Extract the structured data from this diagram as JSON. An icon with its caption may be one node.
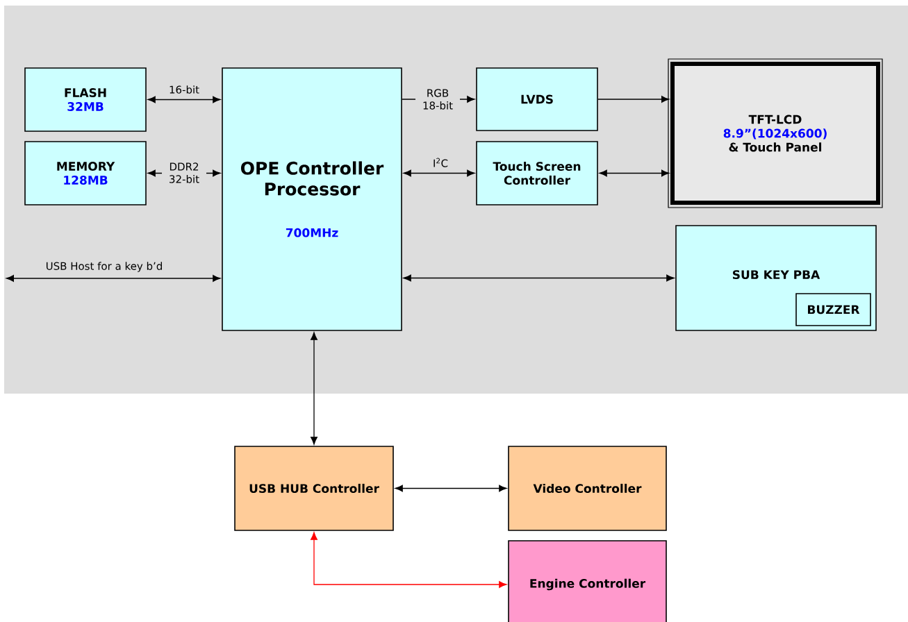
{
  "diagram": {
    "nodes": [
      {
        "text": [
          "FLASH",
          "32MB"
        ]
      },
      {
        "text": [
          "MEMORY",
          "128MB"
        ]
      },
      {
        "text": [
          "OPE Controller Processor",
          "700MHz"
        ]
      },
      {
        "text": [
          "LVDS"
        ]
      },
      {
        "text": [
          "Touch Screen Controller"
        ]
      },
      {
        "text": [
          "TFT-LCD",
          "8.9”(1024x600)",
          "& Touch Panel"
        ]
      },
      {
        "text": [
          "SUB KEY PBA"
        ]
      },
      {
        "text": [
          "BUZZER"
        ],
        "in": 6
      },
      {
        "text": [
          "USB HUB Controller"
        ]
      },
      {
        "text": [
          "Video Controller"
        ]
      },
      {
        "text": [
          "Engine Controller"
        ]
      }
    ],
    "edges": [
      {
        "from": 0,
        "to": 2,
        "arrow": "both",
        "label": "16-bit"
      },
      {
        "from": 1,
        "to": 2,
        "arrow": "both",
        "label": "DDR2 32-bit"
      },
      {
        "from": null,
        "to": 2,
        "arrow": "both",
        "label": "USB Host for a key b’d"
      },
      {
        "from": 2,
        "to": 3,
        "arrow": "to",
        "label": "RGB 18-bit"
      },
      {
        "from": 3,
        "to": 5,
        "arrow": "to"
      },
      {
        "from": 2,
        "to": 4,
        "arrow": "both",
        "label": "I$^{2}$C"
      },
      {
        "from": 4,
        "to": 5,
        "arrow": "both"
      },
      {
        "from": 2,
        "to": 6,
        "arrow": "both"
      },
      {
        "from": 2,
        "to": 8,
        "arrow": "both"
      },
      {
        "from": 8,
        "to": 9,
        "arrow": "both"
      },
      {
        "from": 8,
        "to": 10,
        "arrow": "both",
        "color": "#ff0000"
      }
    ]
  }
}
